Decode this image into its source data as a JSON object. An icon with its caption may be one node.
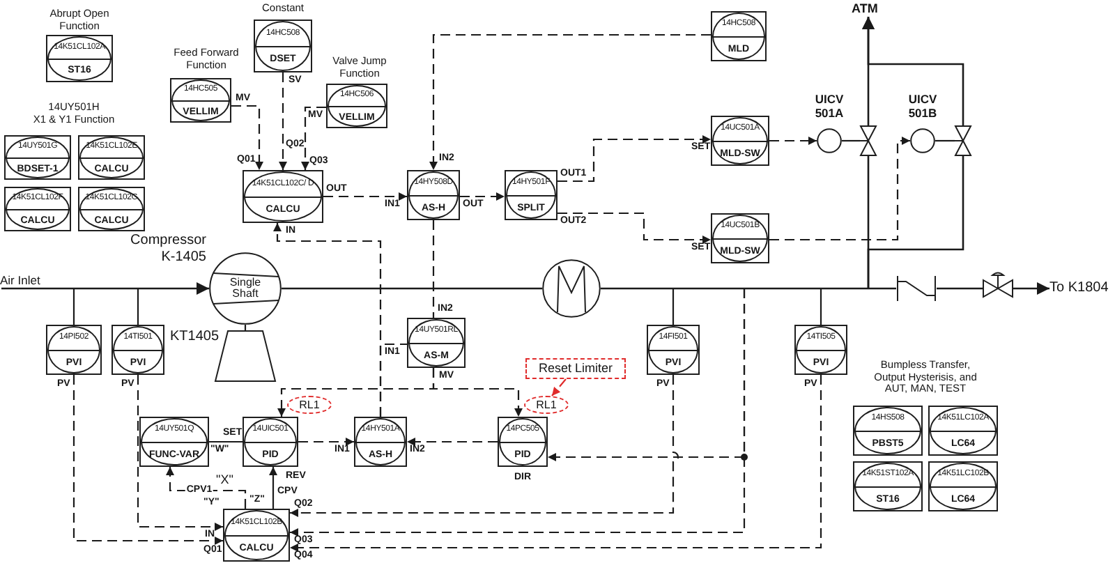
{
  "diagram": {
    "nodes": [
      {
        "text": [
          "14K51CL102A",
          "ST16"
        ],
        "beside": [
          "Abrupt Open Function"
        ]
      },
      {
        "text": [
          "14HC508",
          "DSET"
        ],
        "beside": [
          "Constant",
          "SV"
        ]
      },
      {
        "text": [
          "14HC508",
          "MLD"
        ]
      },
      {
        "text": [
          "ATM"
        ]
      },
      {
        "text": [
          "14HC505",
          "VELLIM"
        ],
        "beside": [
          "Feed Forward Function",
          "MV"
        ]
      },
      {
        "text": [
          "14HC506",
          "VELLIM"
        ],
        "beside": [
          "Valve Jump Function",
          "MV"
        ]
      },
      {
        "text": [
          "14UY501G",
          "BDSET-1"
        ]
      },
      {
        "text": [
          "14K51CL102E",
          "CALCU"
        ]
      },
      {
        "text": [],
        "shape": "circle",
        "beside": [
          "UICV 501A"
        ]
      },
      {
        "text": [],
        "shape": "valve"
      },
      {
        "text": [],
        "shape": "circle",
        "beside": [
          "UICV 501B"
        ]
      },
      {
        "text": [],
        "shape": "valve"
      },
      {
        "text": [
          "14UC501A",
          "MLD-SW"
        ],
        "beside": [
          "SET"
        ]
      },
      {
        "text": [
          "14K51CL102F",
          "CALCU"
        ]
      },
      {
        "text": [
          "14K51CL102G",
          "CALCU"
        ]
      },
      {
        "text": [
          "14K51CL102C/ D",
          "CALCU"
        ],
        "beside": [
          "Q01",
          "Q02",
          "Q03",
          "OUT",
          "IN"
        ]
      },
      {
        "text": [
          "14HY508D",
          "AS-H"
        ],
        "beside": [
          "IN2",
          "IN1",
          "OUT"
        ]
      },
      {
        "text": [
          "14HY501F",
          "SPLIT"
        ],
        "beside": [
          "OUT1",
          "OUT2"
        ]
      },
      {
        "text": [
          "14UC501B",
          "MLD-SW"
        ],
        "beside": [
          "SET"
        ]
      },
      {
        "text": [
          "Air Inlet"
        ]
      },
      {
        "text": [
          "Single Shaft"
        ],
        "beside": [
          "Compressor K-1405"
        ]
      },
      {
        "text": [],
        "shape": "circle"
      },
      {
        "text": [],
        "shape": "valve"
      },
      {
        "text": [],
        "shape": "valve"
      },
      {
        "text": [
          "To K1804"
        ]
      },
      {
        "text": [],
        "shape": "trapezoid",
        "beside": [
          "KT1405"
        ]
      },
      {
        "text": [
          "14PI502",
          "PVI"
        ],
        "beside": [
          "PV"
        ]
      },
      {
        "text": [
          "14TI501",
          "PVI"
        ],
        "beside": [
          "PV"
        ]
      },
      {
        "text": [
          "14UY501RL",
          "AS-M"
        ],
        "beside": [
          "IN2",
          "IN1",
          "MV"
        ]
      },
      {
        "text": [
          "14FI501",
          "PVI"
        ],
        "beside": [
          "PV"
        ]
      },
      {
        "text": [
          "14TI505",
          "PVI"
        ],
        "beside": [
          "PV"
        ]
      },
      {
        "text": [
          "Reset Limiter"
        ]
      },
      {
        "text": [
          "RL1"
        ]
      },
      {
        "text": [
          "RL1"
        ]
      },
      {
        "text": [
          "14UY501Q",
          "FUNC-VAR"
        ],
        "beside": [
          "\"W\""
        ]
      },
      {
        "text": [
          "14UIC501",
          "PID"
        ],
        "beside": [
          "SET",
          "REV"
        ]
      },
      {
        "text": [
          "14HY501A",
          "AS-H"
        ],
        "beside": [
          "IN1",
          "IN2"
        ]
      },
      {
        "text": [
          "14PC505",
          "PID"
        ],
        "beside": [
          "DIR"
        ]
      },
      {
        "text": [
          "14HS508",
          "PBST5"
        ]
      },
      {
        "text": [
          "14K51LC102A",
          "LC64"
        ]
      },
      {
        "text": [
          "14K51ST102A",
          "ST16"
        ]
      },
      {
        "text": [
          "14K51LC102B",
          "LC64"
        ]
      },
      {
        "text": [
          "14K51CL102B",
          "CALCU"
        ],
        "beside": [
          "IN",
          "Q01",
          "Q02",
          "Q03",
          "Q04",
          "CPV"
        ]
      }
    ],
    "edges": [
      {
        "from": 4,
        "to": 15,
        "arrow": "to",
        "style": "dashed"
      },
      {
        "from": 1,
        "to": 15,
        "arrow": "to",
        "style": "dashed"
      },
      {
        "from": 5,
        "to": 15,
        "arrow": "to",
        "style": "dashed"
      },
      {
        "from": 2,
        "to": 16,
        "arrow": "to",
        "style": "dashed"
      },
      {
        "from": 15,
        "to": 16,
        "arrow": "to",
        "style": "dashed"
      },
      {
        "from": 16,
        "to": 17,
        "arrow": "to",
        "style": "dashed"
      },
      {
        "from": 17,
        "to": 12,
        "arrow": "to",
        "style": "dashed"
      },
      {
        "from": 17,
        "to": 18,
        "arrow": "to",
        "style": "dashed"
      },
      {
        "from": 12,
        "to": 8,
        "arrow": "to",
        "style": "dashed"
      },
      {
        "from": 18,
        "to": 10,
        "arrow": "to",
        "style": "dashed"
      },
      {
        "from": 8,
        "to": 9,
        "arrow": "none"
      },
      {
        "from": 10,
        "to": 11,
        "arrow": "none"
      },
      {
        "from": 9,
        "to": 3,
        "arrow": "to"
      },
      {
        "from": 11,
        "to": 3,
        "arrow": "to"
      },
      {
        "from": null,
        "to": 9,
        "arrow": "none"
      },
      {
        "from": null,
        "to": 11,
        "arrow": "none"
      },
      {
        "from": 19,
        "to": 20,
        "arrow": "to"
      },
      {
        "from": 20,
        "to": 21,
        "arrow": "none"
      },
      {
        "from": 21,
        "to": 22,
        "arrow": "none"
      },
      {
        "from": 22,
        "to": 23,
        "arrow": "none"
      },
      {
        "from": 23,
        "to": 24,
        "arrow": "to"
      },
      {
        "from": 20,
        "to": 25,
        "arrow": "none"
      },
      {
        "from": null,
        "to": 26,
        "arrow": "none"
      },
      {
        "from": null,
        "to": 27,
        "arrow": "none"
      },
      {
        "from": null,
        "to": 29,
        "arrow": "none"
      },
      {
        "from": null,
        "to": 30,
        "arrow": "none"
      },
      {
        "from": 16,
        "to": 28,
        "arrow": "none",
        "style": "dashed"
      },
      {
        "from": 36,
        "to": 15,
        "arrow": "to",
        "style": "dashed"
      },
      {
        "from": 36,
        "to": 28,
        "arrow": "none",
        "style": "dashed"
      },
      {
        "from": 28,
        "to": 35,
        "arrow": "to",
        "style": "dashed"
      },
      {
        "from": 28,
        "to": 37,
        "arrow": "to",
        "style": "dashed"
      },
      {
        "from": 31,
        "to": 33,
        "arrow": "to",
        "style": "dashed",
        "color": "#e02b2b"
      },
      {
        "from": 34,
        "to": 35,
        "arrow": "none"
      },
      {
        "from": 35,
        "to": 36,
        "arrow": "to",
        "style": "dashed"
      },
      {
        "from": 37,
        "to": 36,
        "arrow": "to",
        "style": "dashed"
      },
      {
        "from": null,
        "to": 37,
        "arrow": "to",
        "style": "dashed"
      },
      {
        "from": 42,
        "to": 35,
        "arrow": "to"
      },
      {
        "from": 42,
        "to": 34,
        "arrow": "to",
        "style": "dashed",
        "label": "CPV1"
      },
      {
        "from": 26,
        "to": 42,
        "arrow": "to",
        "style": "dashed"
      },
      {
        "from": 27,
        "to": 42,
        "arrow": "to",
        "style": "dashed"
      },
      {
        "from": 29,
        "to": 42,
        "arrow": "to",
        "style": "dashed"
      },
      {
        "from": null,
        "to": 42,
        "arrow": "to",
        "style": "dashed"
      },
      {
        "from": 30,
        "to": 42,
        "arrow": "to",
        "style": "dashed"
      }
    ],
    "labels": [
      "14UY501H",
      "X1 & Y1 Function",
      "Bumpless Transfer, Output Hysterisis, and AUT, MAN, TEST",
      "\"X\"",
      "\"Y\"",
      "\"Z\""
    ]
  }
}
